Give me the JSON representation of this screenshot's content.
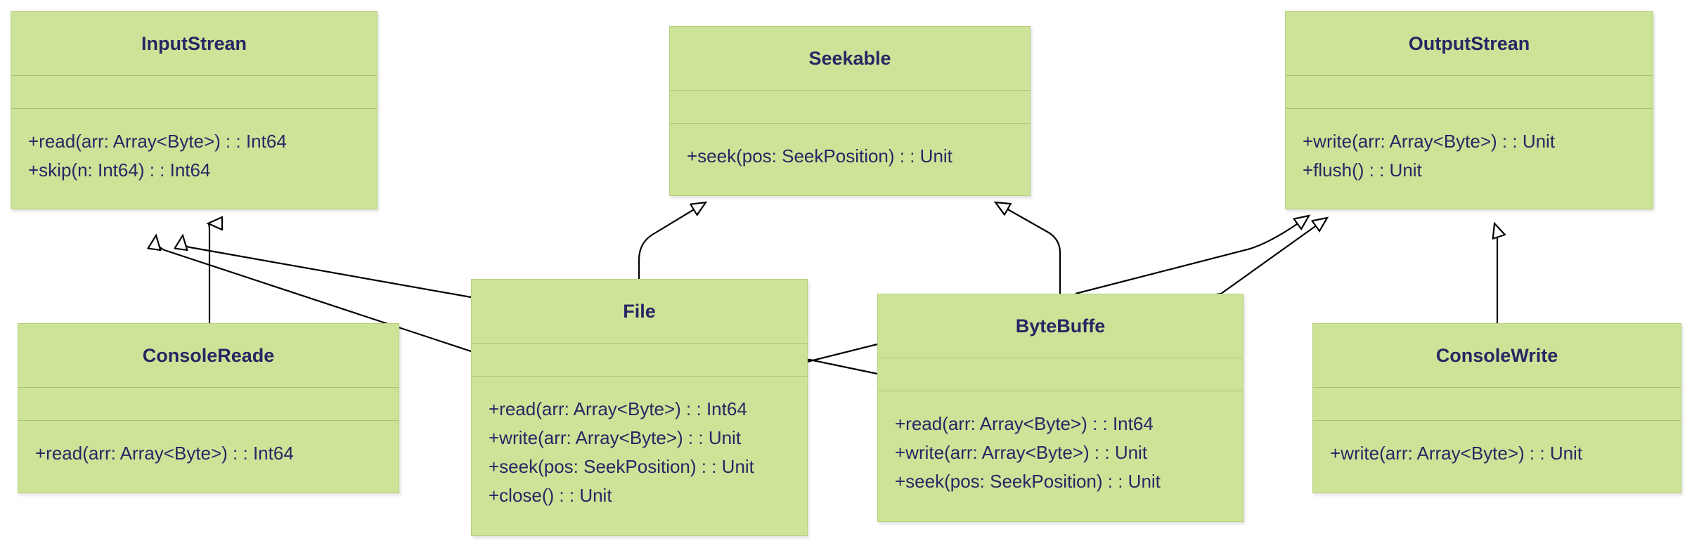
{
  "diagram": {
    "classes": {
      "inputstream": {
        "name": "InputStrean",
        "methods": [
          "+read(arr: Array<Byte>) : : Int64",
          "+skip(n: Int64) : : Int64"
        ]
      },
      "seekable": {
        "name": "Seekable",
        "methods": [
          "+seek(pos: SeekPosition) : : Unit"
        ]
      },
      "outputstream": {
        "name": "OutputStrean",
        "methods": [
          "+write(arr: Array<Byte>) : : Unit",
          "+flush() : : Unit"
        ]
      },
      "consolereader": {
        "name": "ConsoleReade",
        "methods": [
          "+read(arr: Array<Byte>) : : Int64"
        ]
      },
      "file": {
        "name": "File",
        "methods": [
          "+read(arr: Array<Byte>) : : Int64",
          "+write(arr: Array<Byte>) : : Unit",
          "+seek(pos: SeekPosition) : : Unit",
          "+close() : : Unit"
        ]
      },
      "bytebuffer": {
        "name": "ByteBuffe",
        "methods": [
          "+read(arr: Array<Byte>) : : Int64",
          "+write(arr: Array<Byte>) : : Unit",
          "+seek(pos: SeekPosition) : : Unit"
        ]
      },
      "consolewriter": {
        "name": "ConsoleWrite",
        "methods": [
          "+write(arr: Array<Byte>) : : Unit"
        ]
      }
    },
    "relations": [
      {
        "from": "ConsoleReade",
        "to": "InputStrean",
        "type": "realization"
      },
      {
        "from": "File",
        "to": "InputStrean",
        "type": "realization"
      },
      {
        "from": "ByteBuffe",
        "to": "InputStrean",
        "type": "realization"
      },
      {
        "from": "File",
        "to": "Seekable",
        "type": "realization"
      },
      {
        "from": "ByteBuffe",
        "to": "Seekable",
        "type": "realization"
      },
      {
        "from": "ByteBuffe",
        "to": "OutputStrean",
        "type": "realization"
      },
      {
        "from": "File",
        "to": "OutputStrean",
        "type": "realization"
      },
      {
        "from": "ConsoleWrite",
        "to": "OutputStrean",
        "type": "realization"
      }
    ],
    "colors": {
      "box_fill": "#cde498",
      "box_border": "#b6d080",
      "text": "#2a2563",
      "edge": "#000000"
    }
  }
}
